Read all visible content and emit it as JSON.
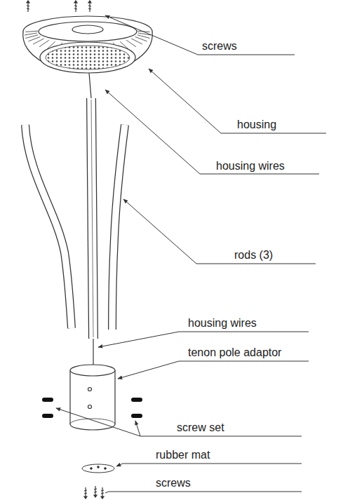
{
  "diagram": {
    "labels": [
      "screws",
      "housing",
      "housing wires",
      "rods (3)",
      "housing wires",
      "tenon pole adaptor",
      "screw set",
      "rubber mat",
      "screws"
    ]
  }
}
